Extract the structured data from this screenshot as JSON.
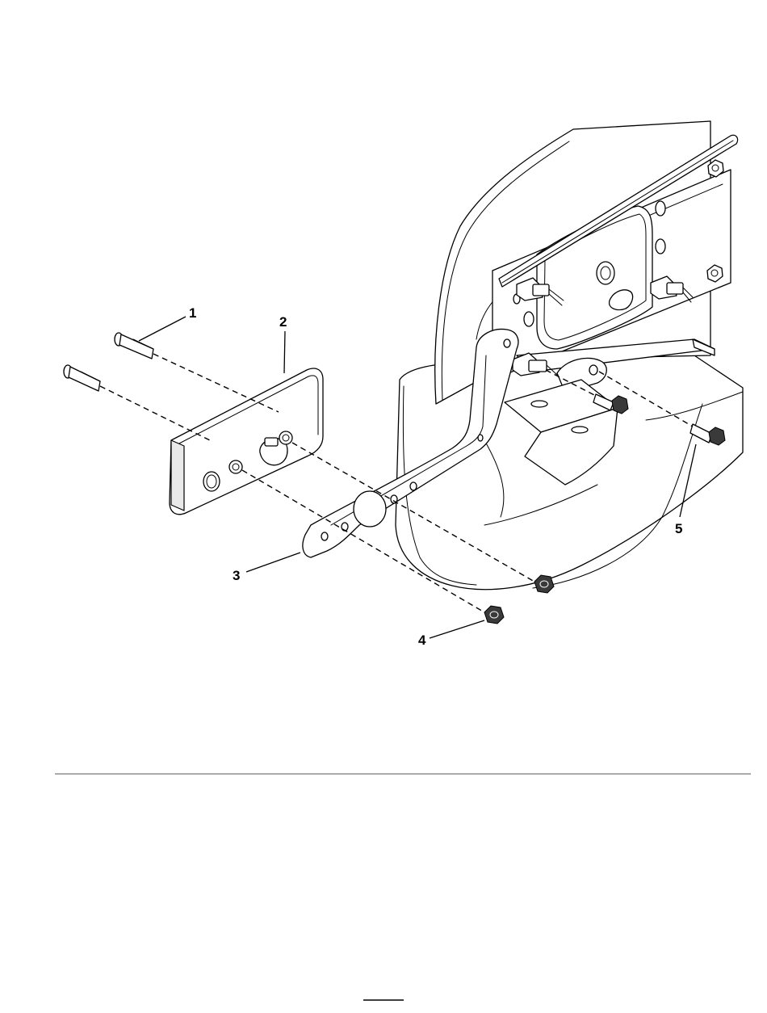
{
  "callouts": [
    {
      "id": "1",
      "label": "1"
    },
    {
      "id": "2",
      "label": "2"
    },
    {
      "id": "3",
      "label": "3"
    },
    {
      "id": "4",
      "label": "4"
    },
    {
      "id": "5",
      "label": "5"
    }
  ],
  "colors": {
    "line": "#000000",
    "background": "#ffffff",
    "shade": "#e9e9e9"
  }
}
